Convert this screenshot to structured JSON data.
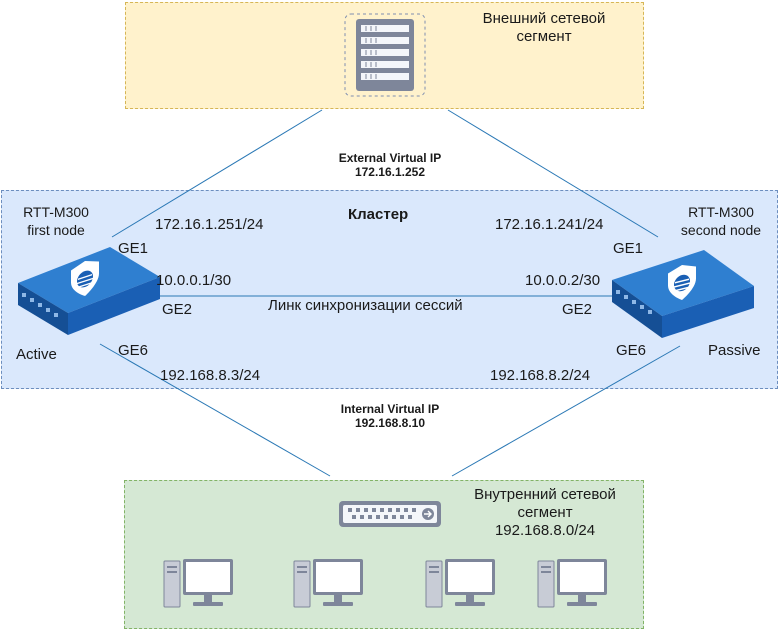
{
  "external_segment": {
    "label_line1": "Внешний сетевой",
    "label_line2": "сегмент"
  },
  "external_vip": {
    "title": "External Virtual IP",
    "address": "172.16.1.252"
  },
  "cluster": {
    "title": "Кластер"
  },
  "node1": {
    "model": "RTT-M300",
    "role": "first node",
    "state": "Active",
    "ge1_label": "GE1",
    "ge1_ip": "172.16.1.251/24",
    "ge2_label": "GE2",
    "ge2_ip": "10.0.0.1/30",
    "ge6_label": "GE6",
    "ge6_ip": "192.168.8.3/24"
  },
  "node2": {
    "model": "RTT-M300",
    "role": "second node",
    "state": "Passive",
    "ge1_label": "GE1",
    "ge1_ip": "172.16.1.241/24",
    "ge2_label": "GE2",
    "ge2_ip": "10.0.0.2/30",
    "ge6_label": "GE6",
    "ge6_ip": "192.168.8.2/24"
  },
  "sync_link": {
    "label": "Линк синхронизации сессий"
  },
  "internal_vip": {
    "title": "Internal Virtual IP",
    "address": "192.168.8.10"
  },
  "internal_segment": {
    "label_line1": "Внутренний сетевой",
    "label_line2": "сегмент",
    "subnet": "192.168.8.0/24"
  },
  "icons": {
    "external": "server-rack-icon",
    "internal_switch": "network-switch-icon",
    "nodes": "firewall-appliance-icon",
    "hosts": [
      "workstation-icon",
      "workstation-icon",
      "workstation-icon",
      "workstation-icon"
    ]
  },
  "colors": {
    "external_fill": "#fff2cc",
    "external_border": "#d6b656",
    "cluster_fill": "#dae8fc",
    "cluster_border": "#6c8ebf",
    "internal_fill": "#d5e8d4",
    "internal_border": "#82b366",
    "wire": "#2a78b5",
    "device_blue": "#1a5fb4"
  }
}
